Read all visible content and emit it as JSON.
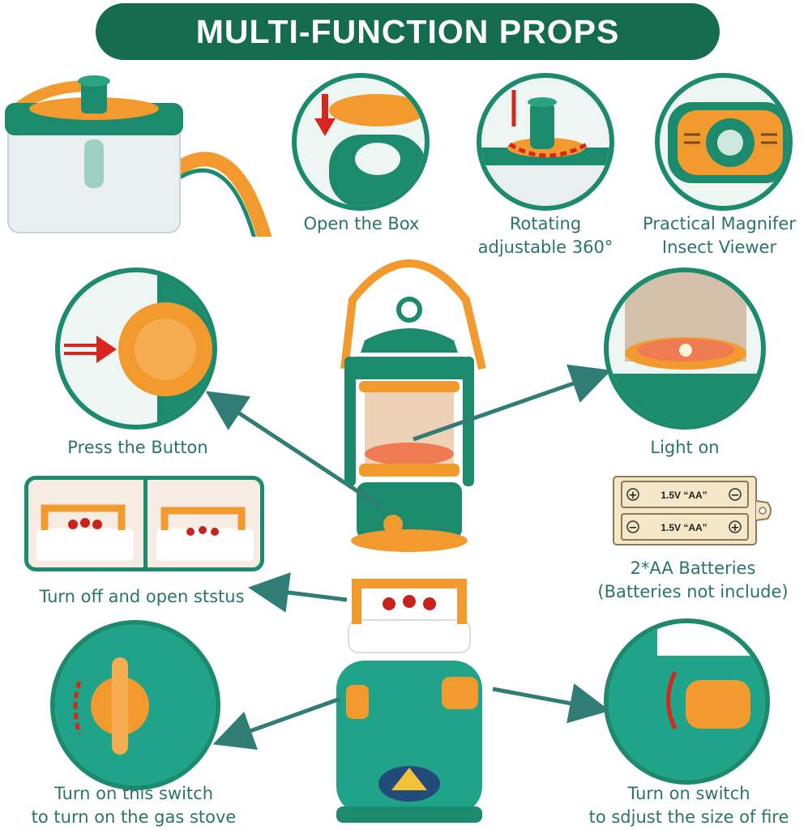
{
  "header": {
    "title": "MULTI-FUNCTION PROPS"
  },
  "captions": {
    "open_box": "Open the Box",
    "rotating_l1": "Rotating",
    "rotating_l2": "adjustable 360°",
    "magnifier_l1": "Practical Magnifer",
    "magnifier_l2": "Insect Viewer",
    "press_button": "Press the Button",
    "light_on": "Light on",
    "turn_off": "Turn off and open ststus",
    "batteries_l1": "2*AA Batteries",
    "batteries_l2": "(Batteries not include)",
    "gas_l1": "Turn on this switch",
    "gas_l2": "to turn on the gas stove",
    "fire_l1": "Turn on switch",
    "fire_l2": "to sdjust the size of fire"
  },
  "battery": {
    "cell1": "1.5V “AA”",
    "cell2": "1.5V “AA”",
    "plus": "+",
    "minus": "−"
  },
  "colors": {
    "brand_green": "#146b4d",
    "accent_teal": "#1b8a6d",
    "orange": "#f29a2e",
    "caption": "#2a7566",
    "arrow": "#2f7d74"
  }
}
